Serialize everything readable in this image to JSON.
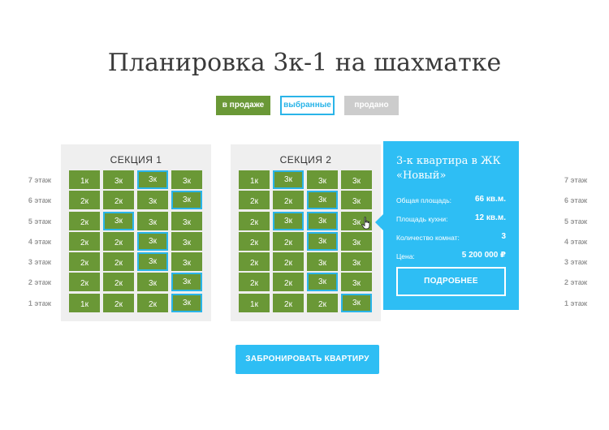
{
  "title": "Планировка 3к-1 на шахматке",
  "legend": {
    "on_sale": "в продаже",
    "selected": "выбранные",
    "sold": "продано"
  },
  "floors": [
    "7 этаж",
    "6 этаж",
    "5 этаж",
    "4 этаж",
    "3 этаж",
    "2 этаж",
    "1 этаж"
  ],
  "sections": [
    {
      "title": "СЕКЦИЯ 1",
      "rows": [
        [
          {
            "label": "1к",
            "selected": false
          },
          {
            "label": "3к",
            "selected": false
          },
          {
            "label": "3к",
            "selected": true
          },
          {
            "label": "3к",
            "selected": false
          }
        ],
        [
          {
            "label": "2к",
            "selected": false
          },
          {
            "label": "2к",
            "selected": false
          },
          {
            "label": "3к",
            "selected": false
          },
          {
            "label": "3к",
            "selected": true
          }
        ],
        [
          {
            "label": "2к",
            "selected": false
          },
          {
            "label": "3к",
            "selected": true
          },
          {
            "label": "3к",
            "selected": false
          },
          {
            "label": "3к",
            "selected": false
          }
        ],
        [
          {
            "label": "2к",
            "selected": false
          },
          {
            "label": "2к",
            "selected": false
          },
          {
            "label": "3к",
            "selected": true
          },
          {
            "label": "3к",
            "selected": false
          }
        ],
        [
          {
            "label": "2к",
            "selected": false
          },
          {
            "label": "2к",
            "selected": false
          },
          {
            "label": "3к",
            "selected": true
          },
          {
            "label": "3к",
            "selected": false
          }
        ],
        [
          {
            "label": "2к",
            "selected": false
          },
          {
            "label": "2к",
            "selected": false
          },
          {
            "label": "3к",
            "selected": false
          },
          {
            "label": "3к",
            "selected": true
          }
        ],
        [
          {
            "label": "1к",
            "selected": false
          },
          {
            "label": "2к",
            "selected": false
          },
          {
            "label": "2к",
            "selected": false
          },
          {
            "label": "3к",
            "selected": true
          }
        ]
      ]
    },
    {
      "title": "СЕКЦИЯ 2",
      "rows": [
        [
          {
            "label": "1к",
            "selected": false
          },
          {
            "label": "3к",
            "selected": true
          },
          {
            "label": "3к",
            "selected": false
          },
          {
            "label": "3к",
            "selected": false
          }
        ],
        [
          {
            "label": "2к",
            "selected": false
          },
          {
            "label": "2к",
            "selected": false
          },
          {
            "label": "3к",
            "selected": true
          },
          {
            "label": "3к",
            "selected": false
          }
        ],
        [
          {
            "label": "2к",
            "selected": false
          },
          {
            "label": "3к",
            "selected": true
          },
          {
            "label": "3к",
            "selected": true
          },
          {
            "label": "3к",
            "selected": false
          }
        ],
        [
          {
            "label": "2к",
            "selected": false
          },
          {
            "label": "2к",
            "selected": false
          },
          {
            "label": "3к",
            "selected": true
          },
          {
            "label": "3к",
            "selected": false
          }
        ],
        [
          {
            "label": "2к",
            "selected": false
          },
          {
            "label": "2к",
            "selected": false
          },
          {
            "label": "3к",
            "selected": false
          },
          {
            "label": "3к",
            "selected": false
          }
        ],
        [
          {
            "label": "2к",
            "selected": false
          },
          {
            "label": "2к",
            "selected": false
          },
          {
            "label": "3к",
            "selected": true
          },
          {
            "label": "3к",
            "selected": false
          }
        ],
        [
          {
            "label": "1к",
            "selected": false
          },
          {
            "label": "2к",
            "selected": false
          },
          {
            "label": "2к",
            "selected": false
          },
          {
            "label": "3к",
            "selected": true
          }
        ]
      ]
    }
  ],
  "info": {
    "title": "3-к квартира в ЖК «Новый»",
    "rows": [
      {
        "label": "Общая площадь:",
        "value": "66 кв.м."
      },
      {
        "label": "Площадь кухни:",
        "value": "12 кв.м."
      },
      {
        "label": "Количество комнат:",
        "value": "3"
      },
      {
        "label": "Цена:",
        "value": "5 200 000 ₽"
      }
    ],
    "details_button": "ПОДРОБНЕЕ"
  },
  "book_button": "ЗАБРОНИРОВАТЬ КВАРТИРУ",
  "colors": {
    "on_sale": "#6a9836",
    "selected_border": "#2ab4e8",
    "sold": "#cccccc",
    "accent": "#2ebef4"
  },
  "icons": {
    "cursor": "hand-pointer-icon"
  }
}
